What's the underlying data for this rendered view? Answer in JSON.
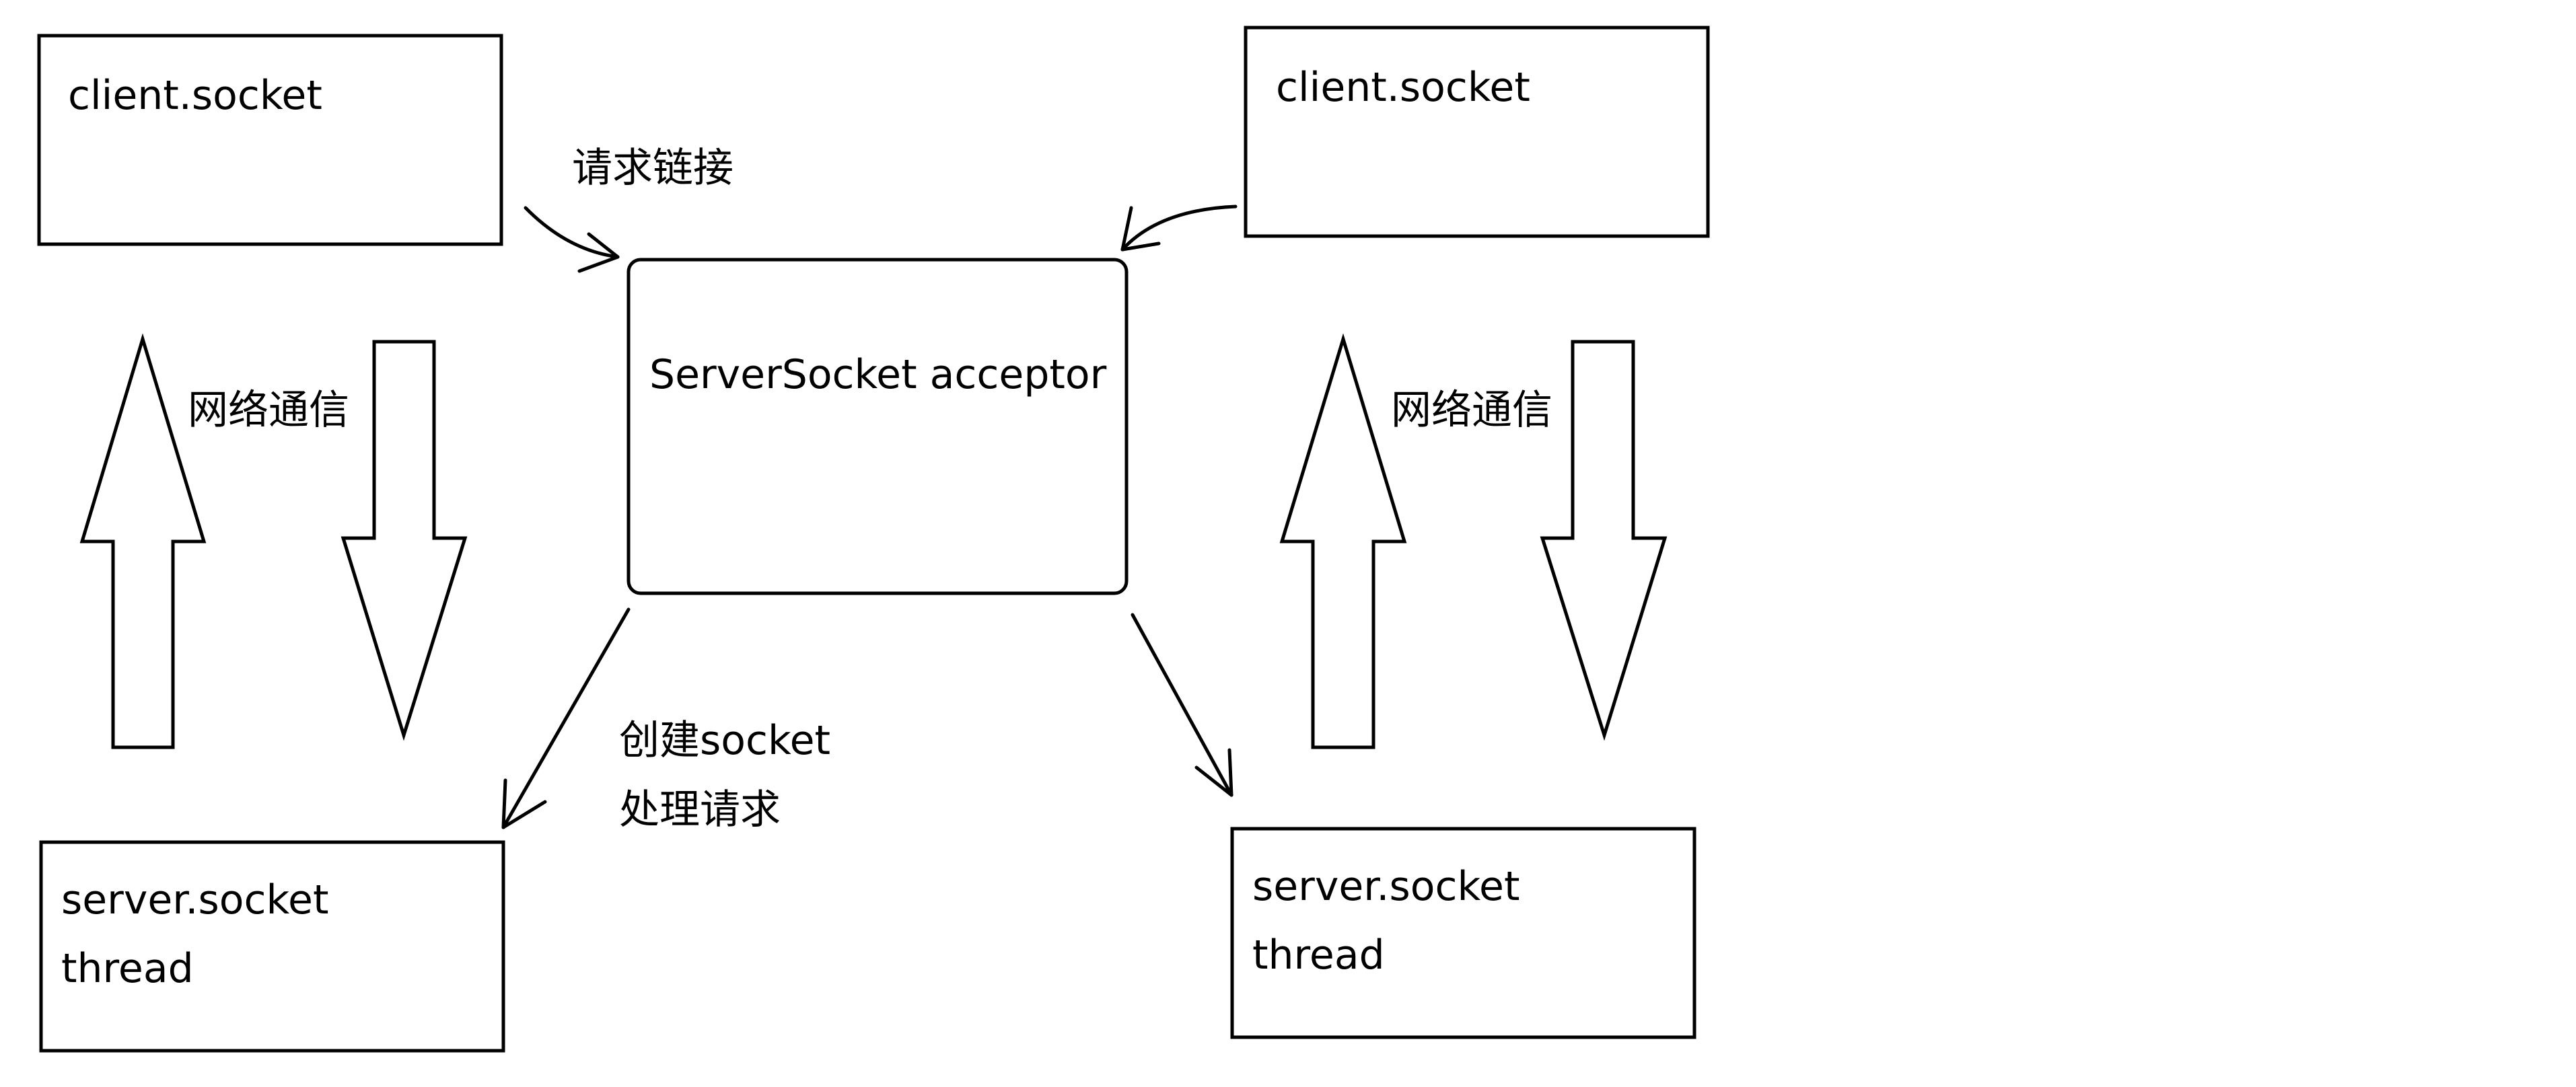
{
  "boxes": {
    "client_left": "client.socket",
    "client_right": "client.socket",
    "acceptor": "ServerSocket acceptor",
    "server_left": {
      "line1": "server.socket",
      "line2": "thread"
    },
    "server_right": {
      "line1": "server.socket",
      "line2": "thread"
    }
  },
  "labels": {
    "request_connection": "请求链接",
    "network_left": "网络通信",
    "network_right": "网络通信",
    "create_socket": "创建socket",
    "handle_request": "处理请求"
  },
  "colors": {
    "stroke": "#000000",
    "background": "#ffffff"
  }
}
